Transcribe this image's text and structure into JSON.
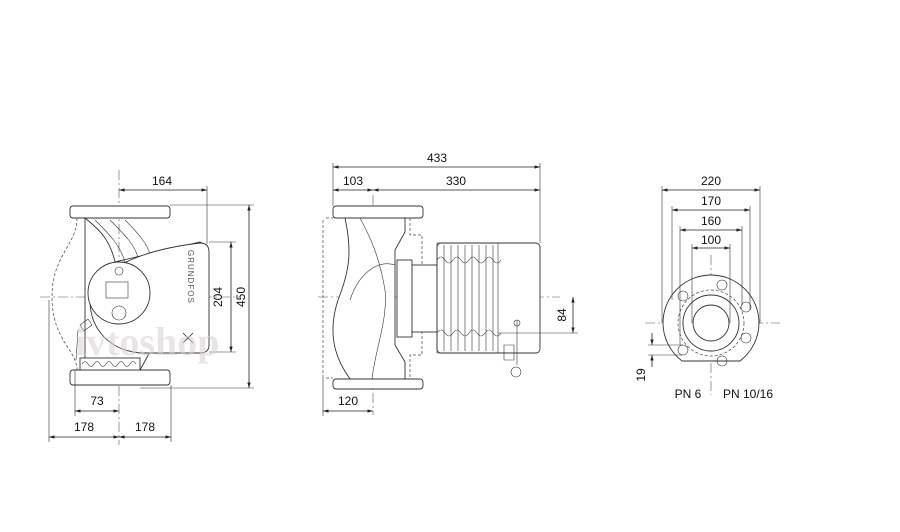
{
  "front_view": {
    "dim_width_top": "164",
    "dim_control_height": "204",
    "dim_total_height": "450",
    "dim_cable_offset": "73",
    "dim_left_half": "178",
    "dim_right_half": "178"
  },
  "side_view": {
    "dim_total_length": "433",
    "dim_flange_to_axis": "103",
    "dim_axis_to_motor_end": "330",
    "dim_casing_half": "120",
    "dim_axis_offset": "84"
  },
  "flange_view": {
    "dim_outer": "220",
    "dim_bolt_circle_pn1016": "170",
    "dim_bolt_circle_pn6": "160",
    "dim_bore": "100",
    "dim_hole": "19",
    "label_pn6": "PN 6",
    "label_pn1016": "PN 10/16"
  },
  "watermark": "ivtoshop"
}
